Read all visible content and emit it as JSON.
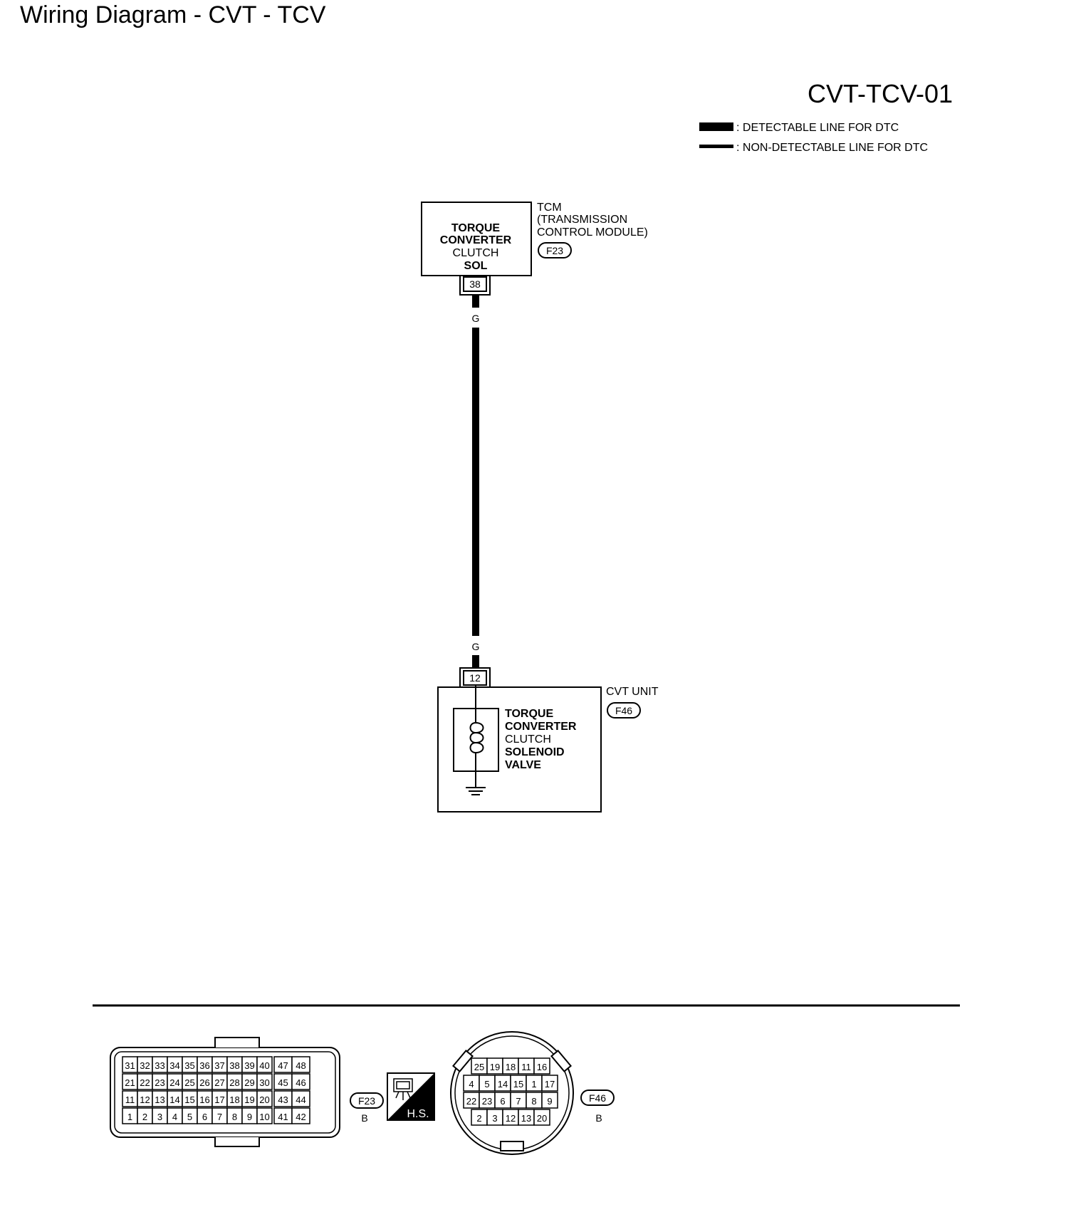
{
  "title": "Wiring Diagram - CVT - TCV",
  "diagram_id": "CVT-TCV-01",
  "legend": {
    "detectable": ": DETECTABLE LINE FOR DTC",
    "non_detectable": ": NON-DETECTABLE LINE FOR DTC"
  },
  "tcm": {
    "block_lines": [
      "TORQUE",
      "CONVERTER",
      "CLUTCH",
      "SOL"
    ],
    "name_lines": [
      "TCM",
      "(TRANSMISSION",
      "CONTROL MODULE)"
    ],
    "connector": "F23",
    "pin": "38"
  },
  "wire": {
    "color_top": "G",
    "color_bottom": "G"
  },
  "cvt_unit": {
    "name": "CVT UNIT",
    "connector": "F46",
    "pin": "12",
    "block_lines": [
      "TORQUE",
      "CONVERTER",
      "CLUTCH",
      "SOLENOID",
      "VALVE"
    ]
  },
  "connector_f23": {
    "label": "F23",
    "color": "B",
    "rows": [
      [
        "31",
        "32",
        "33",
        "34",
        "35",
        "36",
        "37",
        "38",
        "39",
        "40",
        "47",
        "48"
      ],
      [
        "21",
        "22",
        "23",
        "24",
        "25",
        "26",
        "27",
        "28",
        "29",
        "30",
        "45",
        "46"
      ],
      [
        "11",
        "12",
        "13",
        "14",
        "15",
        "16",
        "17",
        "18",
        "19",
        "20",
        "43",
        "44"
      ],
      [
        "1",
        "2",
        "3",
        "4",
        "5",
        "6",
        "7",
        "8",
        "9",
        "10",
        "41",
        "42"
      ]
    ]
  },
  "hs_symbol": "H.S.",
  "connector_f46": {
    "label": "F46",
    "color": "B",
    "rows": [
      [
        "25",
        "19",
        "18",
        "11",
        "16"
      ],
      [
        "4",
        "5",
        "14",
        "15",
        "1",
        "17"
      ],
      [
        "22",
        "23",
        "6",
        "7",
        "8",
        "9"
      ],
      [
        "2",
        "3",
        "12",
        "13",
        "20"
      ]
    ]
  }
}
